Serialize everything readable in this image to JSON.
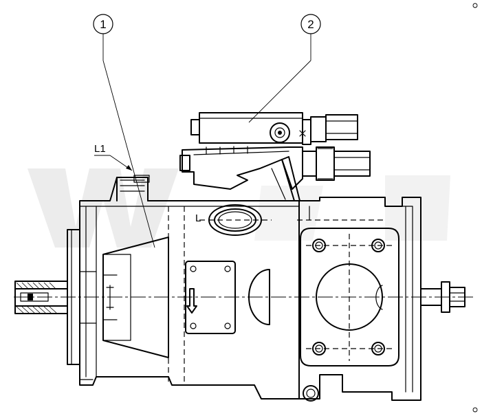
{
  "balloons": [
    {
      "id": "balloon-1",
      "text": "1"
    },
    {
      "id": "balloon-2",
      "text": "2"
    }
  ],
  "labels": {
    "l1": "L1",
    "l": "L"
  }
}
